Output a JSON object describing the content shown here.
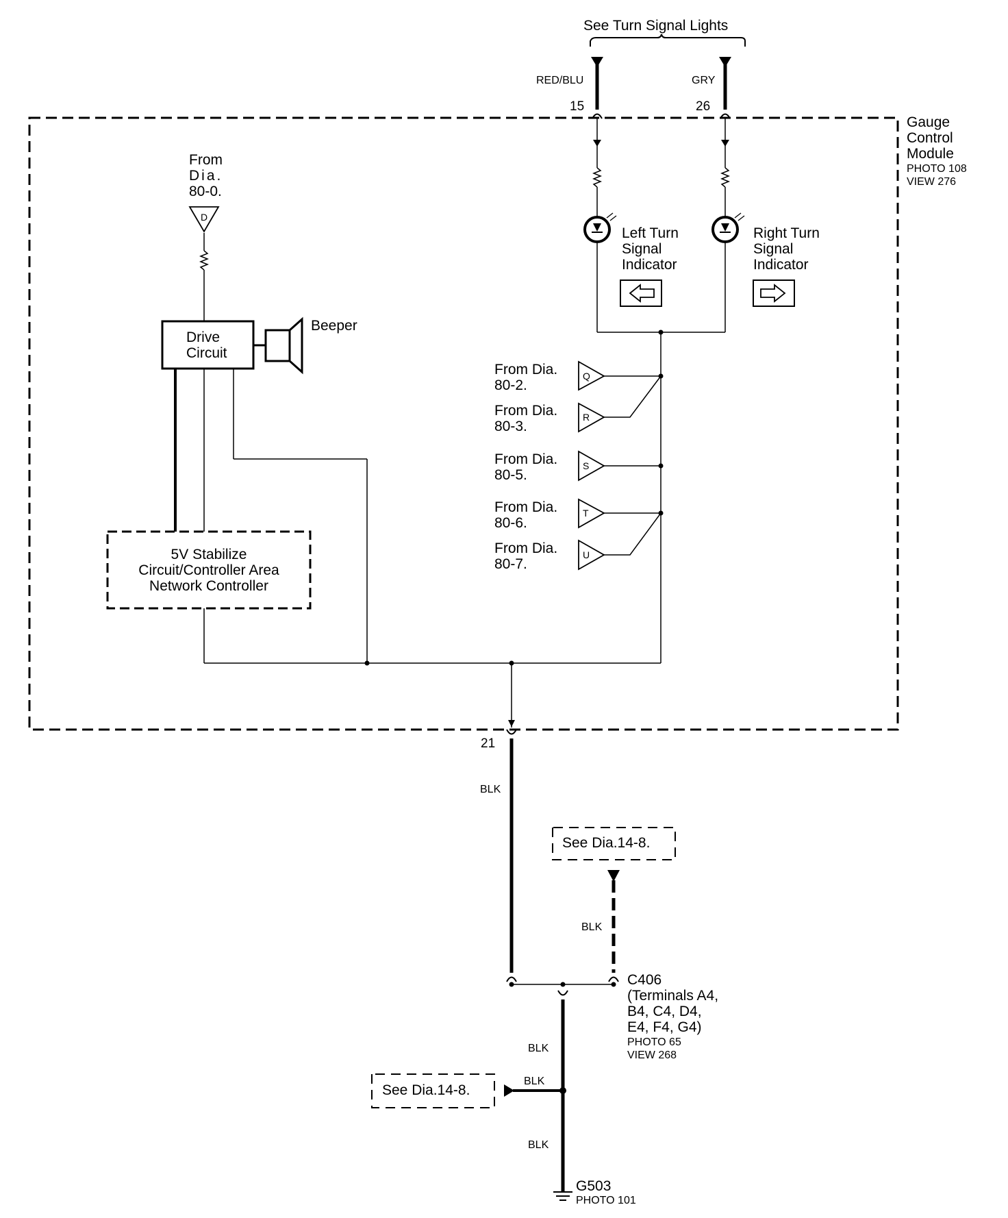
{
  "title": "See Turn Signal Lights",
  "colors": {
    "line": "#000000",
    "background": "#ffffff"
  },
  "wires": {
    "red_blu": "RED/BLU",
    "gry": "GRY",
    "blk_main": "BLK",
    "blk_side": "BLK",
    "blk_lower": "BLK",
    "blk_branch": "BLK",
    "blk_bottom": "BLK"
  },
  "pins": {
    "p15": "15",
    "p26": "26",
    "p21": "21"
  },
  "module": {
    "line1": "Gauge",
    "line2": "Control",
    "line3": "Module",
    "photo": "PHOTO 108",
    "view": "VIEW 276"
  },
  "from_d": {
    "line1": "From",
    "line2": "Dia.",
    "line3": "80-0.",
    "letter": "D"
  },
  "drive_circuit": {
    "line1": "Drive",
    "line2": "Circuit"
  },
  "beeper": "Beeper",
  "left_indicator": {
    "line1": "Left Turn",
    "line2": "Signal",
    "line3": "Indicator"
  },
  "right_indicator": {
    "line1": "Right Turn",
    "line2": "Signal",
    "line3": "Indicator"
  },
  "inputs": [
    {
      "letter": "Q",
      "line1": "From Dia.",
      "line2": "80-2."
    },
    {
      "letter": "R",
      "line1": "From Dia.",
      "line2": "80-3."
    },
    {
      "letter": "S",
      "line1": "From Dia.",
      "line2": "80-5."
    },
    {
      "letter": "T",
      "line1": "From Dia.",
      "line2": "80-6."
    },
    {
      "letter": "U",
      "line1": "From Dia.",
      "line2": "80-7."
    }
  ],
  "stabilizer": {
    "line1": "5V Stabilize",
    "line2": "Circuit/Controller Area",
    "line3": "Network Controller"
  },
  "see_dia_upper": "See Dia.14-8.",
  "see_dia_lower": "See Dia.14-8.",
  "connector": {
    "line1": "C406",
    "line2": "(Terminals A4,",
    "line3": "B4, C4, D4,",
    "line4": "E4, F4, G4)",
    "photo": "PHOTO 65",
    "view": "VIEW 268"
  },
  "ground": {
    "name": "G503",
    "photo": "PHOTO 101"
  }
}
